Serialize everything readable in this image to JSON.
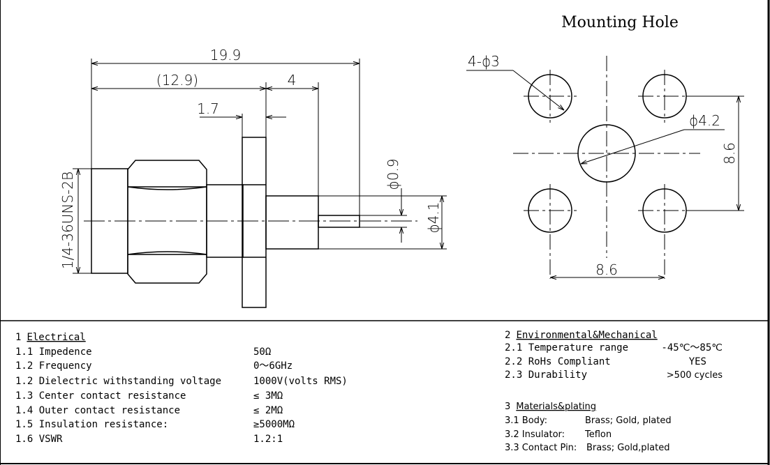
{
  "mounting_hole": {
    "title": "Mounting Hole",
    "holes_label": "4-ϕ3",
    "center_dia_label": "ϕ4.2",
    "vertical_spacing": "8.6",
    "horizontal_spacing": "8.6"
  },
  "side_view": {
    "overall_length": "19.9",
    "body_length": "(12.9)",
    "rear_length": "4",
    "flange_thickness": "1.7",
    "pin_dia": "ϕ0.9",
    "dielectric_dia": "ϕ4.1",
    "thread": "1/4-36UNS-2B"
  },
  "electrical": {
    "heading_num": "1",
    "heading": "Electrical",
    "rows": [
      {
        "label": "1.1 Impedence",
        "value": "50Ω"
      },
      {
        "label": "1.2 Frequency",
        "value": "0～6GHz"
      },
      {
        "label": "1.2 Dielectric withstanding voltage",
        "value": "1000V(volts RMS)"
      },
      {
        "label": "1.3 Center contact  resistance",
        "value": "≤ 3MΩ"
      },
      {
        "label": "1.4 Outer contact resistance",
        "value": "≤ 2MΩ"
      },
      {
        "label": "1.5 Insulation resistance:",
        "value": "≥5000MΩ"
      },
      {
        "label": "1.6 VSWR",
        "value": "1.2:1"
      }
    ]
  },
  "environmental": {
    "heading_num": "2",
    "heading": "Environmental&Mechanical",
    "rows": [
      {
        "label": "2.1 Temperature range",
        "value": "-45℃～85℃"
      },
      {
        "label": "2.2 RoHs Compliant",
        "value": "YES"
      },
      {
        "label": "2.3 Durability",
        "value": ">500 cycles"
      }
    ]
  },
  "materials": {
    "heading_num": "3",
    "heading": "Materials&plating",
    "rows": [
      {
        "label": "3.1 Body:",
        "value": "Brass; Gold, plated"
      },
      {
        "label": "3.2 Insulator:",
        "value": "Teflon"
      },
      {
        "label": "3.3 Contact Pin:",
        "value": "Brass; Gold,plated"
      }
    ]
  }
}
